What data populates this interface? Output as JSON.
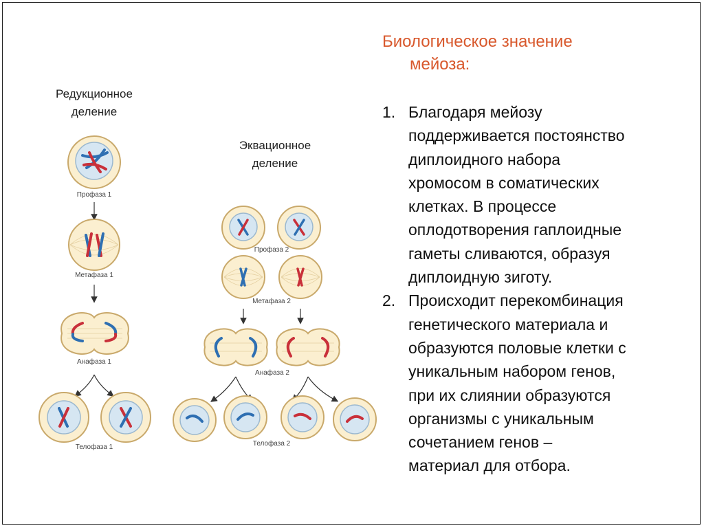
{
  "left_labels": {
    "reductional_1": "Редукционное",
    "reductional_2": "деление",
    "equational_1": "Эквационное",
    "equational_2": "деление"
  },
  "stages": {
    "prophase1": "Профаза 1",
    "metaphase1": "Метафаза 1",
    "anaphase1": "Анафаза 1",
    "telophase1": "Телофаза 1",
    "prophase2": "Профаза 2",
    "metaphase2": "Метафаза 2",
    "anaphase2": "Анафаза 2",
    "telophase2": "Телофаза 2"
  },
  "title": {
    "line1": "Биологическое значение",
    "line2": "мейоза:"
  },
  "points": [
    {
      "num": "1.",
      "lines": [
        "Благодаря мейозу",
        "поддерживается постоянство",
        "диплоидного набора",
        "хромосом в соматических",
        "клетках. В процессе",
        "оплодотворения гаплоидные",
        "гаметы сливаются, образуя",
        "диплоидную зиготу."
      ]
    },
    {
      "num": "2.",
      "lines": [
        "Происходит перекомбинация",
        "генетического материала и",
        "образуются половые клетки с",
        "уникальным набором генов,",
        "при их слиянии образуются",
        "организмы с уникальным",
        "сочетанием генов –",
        "материал для отбора."
      ]
    }
  ],
  "colors": {
    "title": "#d8582c",
    "cell_fill": "#fbefd0",
    "cell_stroke": "#c9a96b",
    "nucleus": "#d6e6f2",
    "chrom_blue": "#2e6fb2",
    "chrom_red": "#c9303a"
  }
}
